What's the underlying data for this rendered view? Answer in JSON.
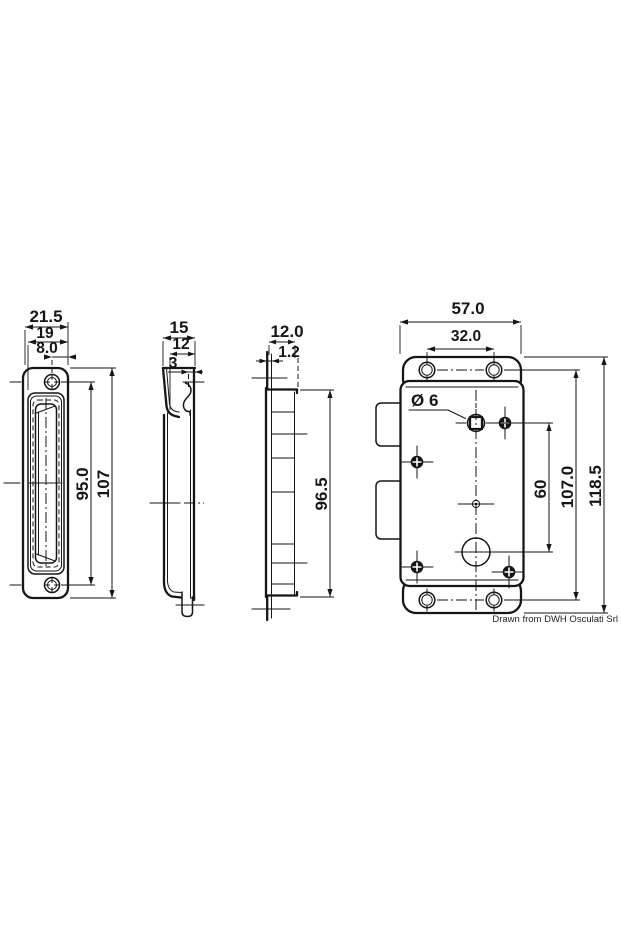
{
  "drawing": {
    "credit": "Drawn from DWH Osculati Srl",
    "colors": {
      "ink": "#161616",
      "background": "#ffffff"
    },
    "views": {
      "front": {
        "width_total": "21.5",
        "width_inner": "19",
        "hole_offset": "8.0",
        "hole_spacing": "95.0",
        "height_total": "107"
      },
      "side": {
        "depth_total": "15",
        "depth_body": "12",
        "lip": "3"
      },
      "striker": {
        "depth_total": "12.0",
        "thickness": "1.2",
        "height": "96.5"
      },
      "back": {
        "width_total": "57.0",
        "hole_spacing": "32.0",
        "hole_dia": "Ø 6",
        "pin_spacing": "60",
        "hole_spacing_v": "107.0",
        "height_total": "118.5"
      }
    }
  }
}
